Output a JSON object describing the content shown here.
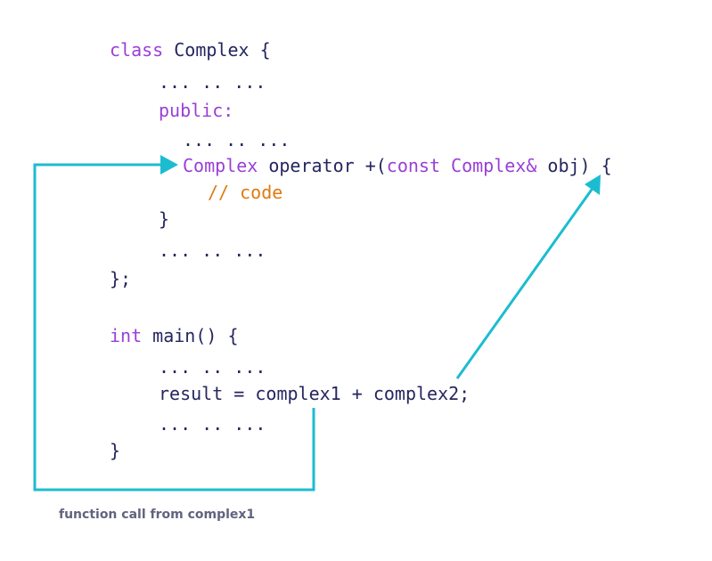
{
  "code": {
    "class_decl": {
      "keyword": "class",
      "rest": " Complex {"
    },
    "ellipsis": "... .. ...",
    "public_label": "public:",
    "operator_line": {
      "type": "Complex",
      "middle": " operator +(",
      "const_kw": "const",
      "param_type": " Complex&",
      "rest": " obj) {"
    },
    "comment": "// code",
    "close_brace": "}",
    "class_end": "};",
    "main_decl": {
      "keyword": "int",
      "rest": " main() {"
    },
    "result_line": "result = complex1 + complex2;"
  },
  "caption": "function call from complex1",
  "colors": {
    "arrow": "#1cbcd0",
    "keyword": "#9a3fd6",
    "comment": "#e07a10",
    "text": "#25265e",
    "caption": "#62637f"
  }
}
